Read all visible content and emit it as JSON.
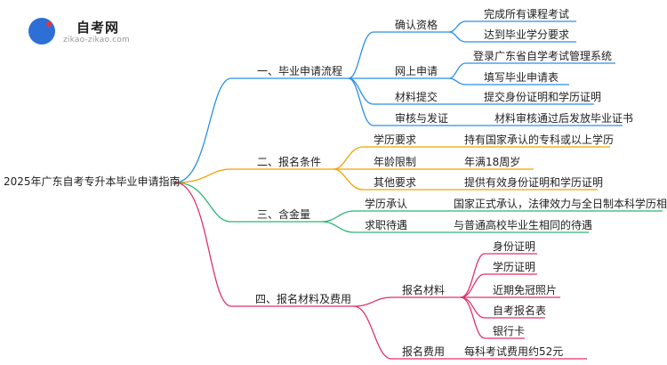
{
  "logo": {
    "name": "自考网",
    "url": "zikao-zikao.com"
  },
  "colors": {
    "branch1": "#2b8fe6",
    "branch2": "#f2a200",
    "branch3": "#2bb673",
    "branch4": "#e0306e"
  },
  "mindmap": {
    "root": "2025年广东自考专升本毕业申请指南",
    "b1": {
      "label": "一、毕业申请流程",
      "s1": {
        "label": "确认资格",
        "i1": "完成所有课程考试",
        "i2": "达到毕业学分要求"
      },
      "s2": {
        "label": "网上申请",
        "i1": "登录广东省自学考试管理系统",
        "i2": "填写毕业申请表"
      },
      "s3": {
        "label": "材料提交",
        "i1": "提交身份证明和学历证明"
      },
      "s4": {
        "label": "审核与发证",
        "i1": "材料审核通过后发放毕业证书"
      }
    },
    "b2": {
      "label": "二、报名条件",
      "s1": {
        "label": "学历要求",
        "i1": "持有国家承认的专科或以上学历"
      },
      "s2": {
        "label": "年龄限制",
        "i1": "年满18周岁"
      },
      "s3": {
        "label": "其他要求",
        "i1": "提供有效身份证明和学历证明"
      }
    },
    "b3": {
      "label": "三、含金量",
      "s1": {
        "label": "学历承认",
        "i1": "国家正式承认，法律效力与全日制本科学历相同"
      },
      "s2": {
        "label": "求职待遇",
        "i1": "与普通高校毕业生相同的待遇"
      }
    },
    "b4": {
      "label": "四、报名材料及费用",
      "s1": {
        "label": "报名材料",
        "i1": "身份证明",
        "i2": "学历证明",
        "i3": "近期免冠照片",
        "i4": "自考报名表",
        "i5": "银行卡"
      },
      "s2": {
        "label": "报名费用",
        "i1": "每科考试费用约52元"
      }
    }
  }
}
